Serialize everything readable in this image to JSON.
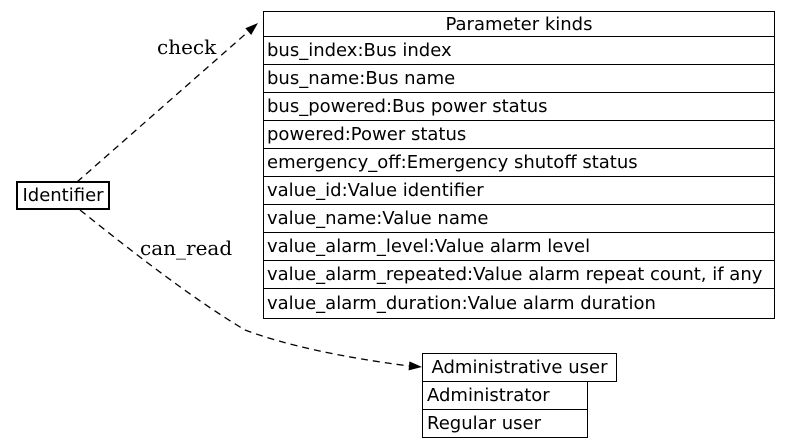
{
  "diagram": {
    "nodes": {
      "identifier": {
        "label": "Identifier"
      },
      "parameter_kinds": {
        "title": "Parameter kinds",
        "rows": [
          "bus_index:Bus index",
          "bus_name:Bus name",
          "bus_powered:Bus power status",
          "powered:Power status",
          "emergency_off:Emergency shutoff status",
          "value_id:Value identifier",
          "value_name:Value name",
          "value_alarm_level:Value alarm level",
          "value_alarm_repeated:Value alarm repeat count, if any",
          "value_alarm_duration:Value alarm duration"
        ]
      },
      "administrative_user": {
        "title": "Administrative user",
        "rows": [
          "Administrator",
          "Regular user"
        ]
      }
    },
    "edges": [
      {
        "label": "check",
        "from": "Identifier",
        "to": "Parameter kinds",
        "style": "dashed"
      },
      {
        "label": "can_read",
        "from": "Identifier",
        "to": "Administrative user",
        "style": "dashed"
      }
    ],
    "colors": {
      "background": "#ffffff",
      "border": "#000000",
      "text": "#000000"
    }
  }
}
